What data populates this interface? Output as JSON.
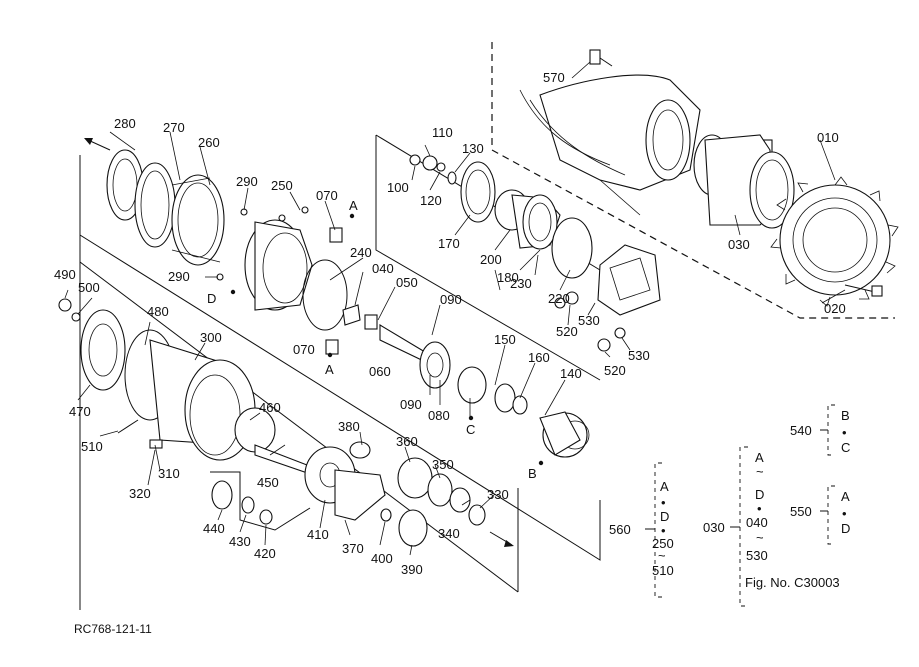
{
  "drawing_code": "RC768-121-11",
  "figure_ref": "Fig. No. C30003",
  "part_labels": {
    "p010": "010",
    "p020": "020",
    "p030": "030",
    "p040": "040",
    "p050": "050",
    "p060": "060",
    "p070a": "070",
    "p070b": "070",
    "p080": "080",
    "p090a": "090",
    "p090b": "090",
    "p100": "100",
    "p110": "110",
    "p120": "120",
    "p130": "130",
    "p140": "140",
    "p150": "150",
    "p160": "160",
    "p170": "170",
    "p180": "180",
    "p200": "200",
    "p220": "220",
    "p230": "230",
    "p240": "240",
    "p250": "250",
    "p260": "260",
    "p270": "270",
    "p280": "280",
    "p290a": "290",
    "p290b": "290",
    "p300": "300",
    "p310": "310",
    "p320": "320",
    "p330": "330",
    "p340": "340",
    "p350": "350",
    "p360": "360",
    "p370": "370",
    "p380": "380",
    "p390": "390",
    "p400": "400",
    "p410": "410",
    "p420": "420",
    "p430": "430",
    "p440": "440",
    "p450": "450",
    "p460": "460",
    "p470": "470",
    "p480": "480",
    "p490": "490",
    "p500": "500",
    "p510": "510",
    "p520a": "520",
    "p520b": "520",
    "p530a": "530",
    "p530b": "530",
    "p570": "570"
  },
  "ref_letters": {
    "a1": "A",
    "a2": "A",
    "b1": "B",
    "c1": "C",
    "d1": "D"
  },
  "groups": {
    "g540": {
      "code": "540",
      "items": [
        "B",
        "•",
        "C"
      ]
    },
    "g550": {
      "code": "550",
      "items": [
        "A",
        "•",
        "D"
      ]
    },
    "g560": {
      "code": "560",
      "items": [
        "A",
        "•",
        "D",
        "•",
        "250",
        "~",
        "510"
      ]
    },
    "g030": {
      "code": "030",
      "items": [
        "A",
        "~",
        "D",
        "•",
        "040",
        "~",
        "530"
      ]
    }
  }
}
